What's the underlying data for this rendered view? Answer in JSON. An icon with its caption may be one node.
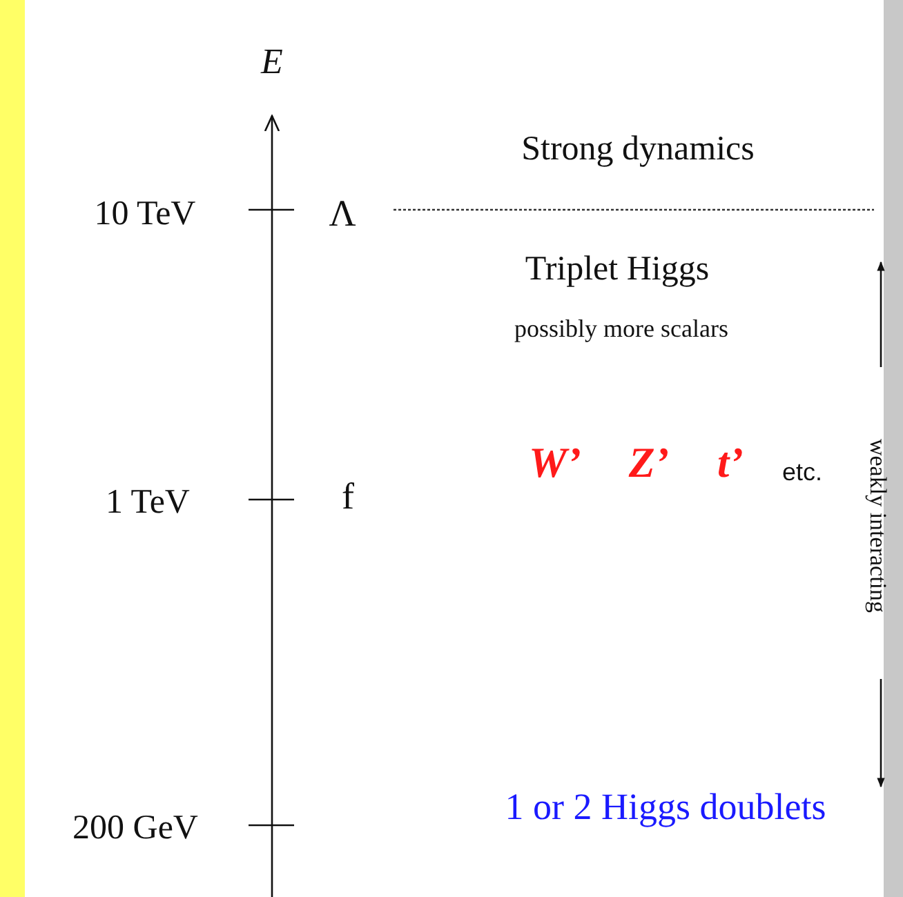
{
  "diagram": {
    "labels": [
      "E",
      "Strong dynamics",
      "10 TeV",
      "Λ",
      "Triplet Higgs",
      "possibly more scalars",
      "W’",
      "Z’",
      "t’",
      "etc.",
      "weakly interacting",
      "1 TeV",
      "f",
      "200 GeV",
      "1 or 2 Higgs doublets"
    ]
  }
}
